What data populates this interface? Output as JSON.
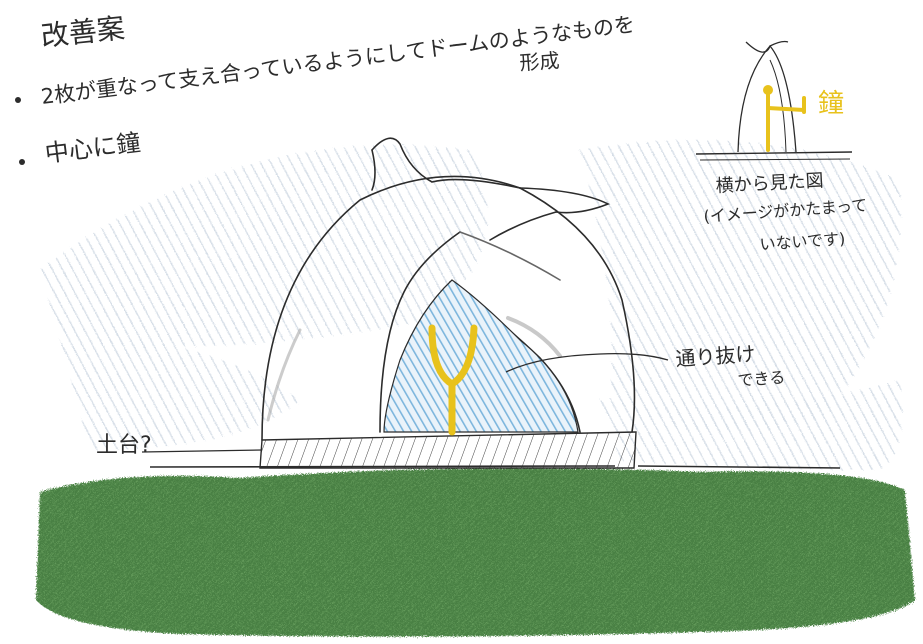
{
  "heading": "改善案",
  "bullets": [
    "2枚が重なって支え合っているようにしてドームのようなものを",
    "形成",
    "中心に鐘"
  ],
  "side_view": {
    "bell_label": "鐘",
    "caption_line1": "横から見た図",
    "caption_line2": "(イメージがかたまって",
    "caption_line3": "いないです)"
  },
  "walkthrough_line1": "通り抜け",
  "walkthrough_line2": "できる",
  "base_label": "土台?",
  "colors": {
    "ink": "#2c2c2c",
    "bell": "#e8c21c",
    "hatch_blue": "#7db6dd",
    "grass": "#3f7a3a",
    "haze": "#c9d4e0"
  }
}
